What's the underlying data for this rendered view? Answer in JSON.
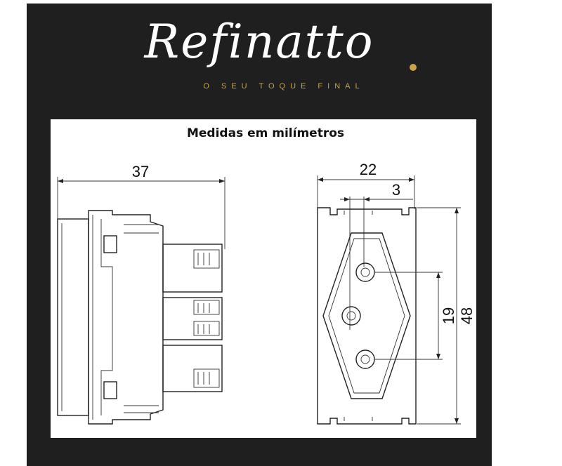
{
  "brand": {
    "name": "Refinatto",
    "tagline": "O SEU TOQUE FINAL",
    "accent_color": "#c9a24a"
  },
  "drawing": {
    "title": "Medidas em milímetros",
    "side_view": {
      "width_label": "37"
    },
    "front_view": {
      "width_label": "22",
      "pin_offset_label": "3",
      "pin_spacing_label": "19",
      "height_label": "48"
    }
  }
}
